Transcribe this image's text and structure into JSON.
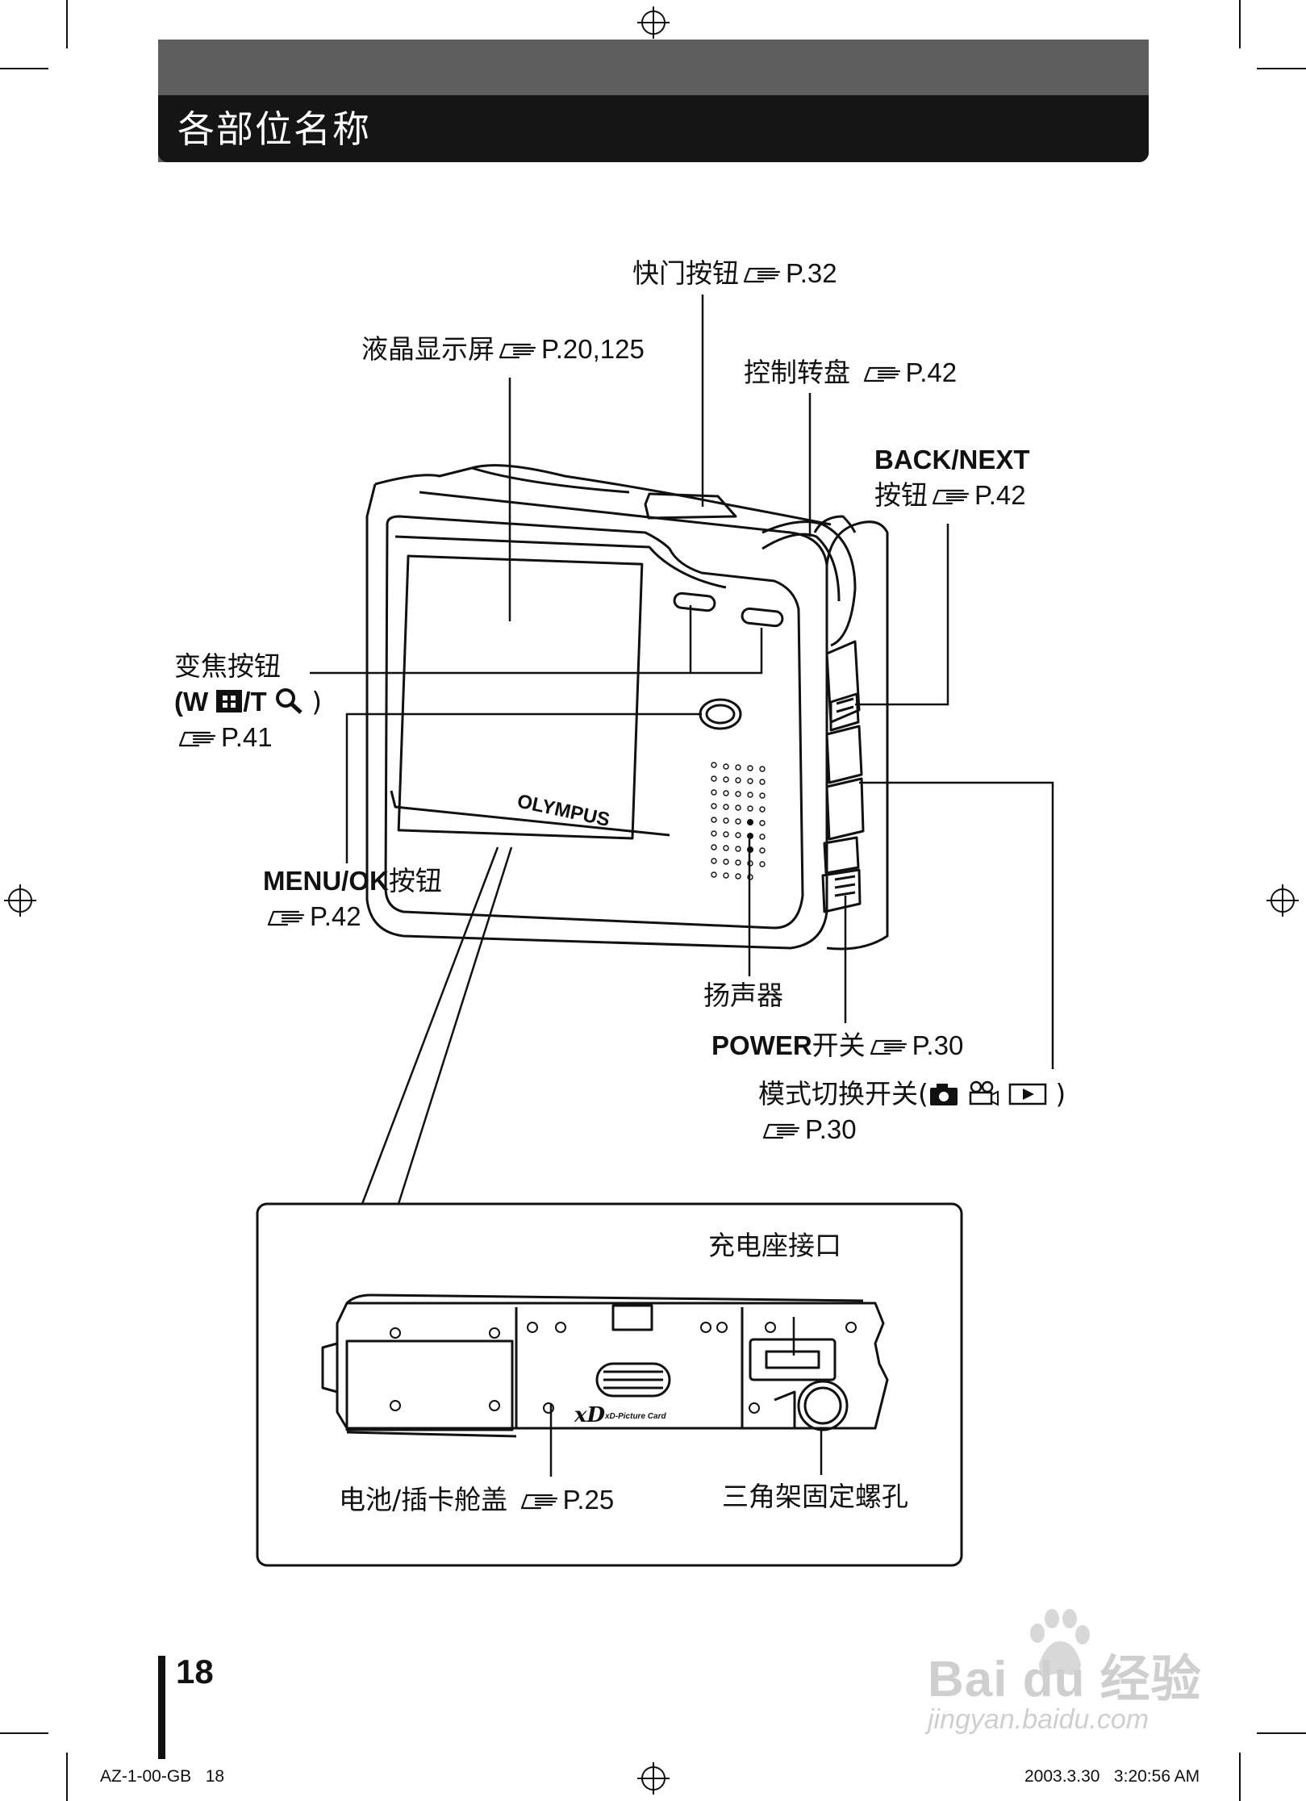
{
  "header": {
    "title": "各部位名称"
  },
  "labels": {
    "shutter": {
      "text": "快门按钮",
      "ref": "P.32"
    },
    "lcd": {
      "text": "液晶显示屏",
      "ref": "P.20,125"
    },
    "dial": {
      "text": "控制转盘 ",
      "ref": "P.42"
    },
    "backnext_en": "BACK/NEXT",
    "backnext": {
      "text": "按钮",
      "ref": "P.42"
    },
    "zoom_cn": "变焦按钮",
    "zoom_w": "(W ",
    "zoom_t": "/T ",
    "zoom_close": " )",
    "zoom_ref": "P.41",
    "menuok_en": "MENU/OK",
    "menuok_cn": "按钮",
    "menuok_ref": "P.42",
    "speaker": "扬声器",
    "power_en": "POWER",
    "power_cn": "开关",
    "power_ref": "P.30",
    "mode_cn": "模式切换开关(",
    "mode_close": " )",
    "mode_ref": "P.30",
    "charger": "充电座接口",
    "battery": {
      "text": "电池/插卡舱盖 ",
      "ref": "P.25"
    },
    "tripod": "三角架固定螺孔"
  },
  "camera": {
    "brand": "OLYMPUS",
    "card_logo": "xD",
    "card_text": "xD-Picture Card"
  },
  "page_number": "18",
  "footer": {
    "left": "AZ-1-00-GB   18",
    "right": "2003.3.30   3:20:56 AM"
  },
  "watermark": {
    "brand": "Bai du 经验",
    "url": "jingyan.baidu.com"
  }
}
